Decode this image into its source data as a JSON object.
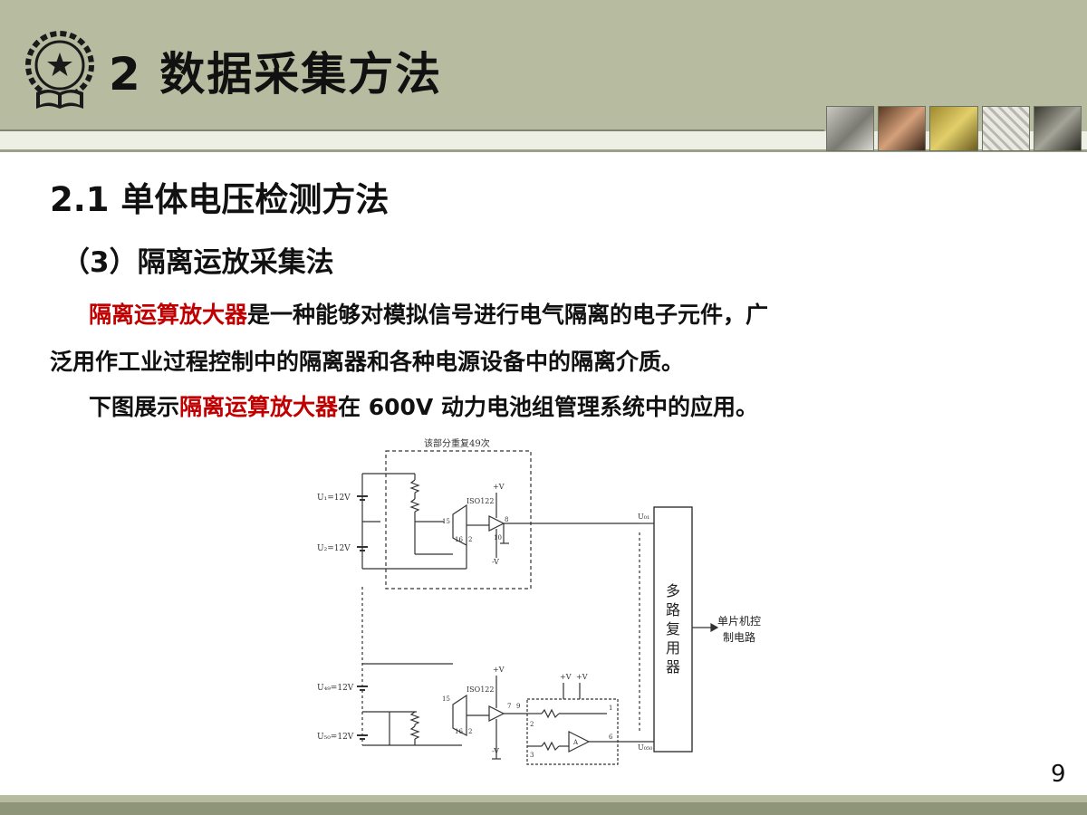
{
  "slide": {
    "title": "2  数据采集方法",
    "section": "2.1  单体电压检测方法",
    "subsection": "（3）隔离运放采集法",
    "paragraph1": {
      "highlight": "隔离运算放大器",
      "line1_rest": "是一种能够对模拟信号进行电气隔离的电子元件，广",
      "line2": "泛用作工业过程控制中的隔离器和各种电源设备中的隔离介质。"
    },
    "paragraph2": {
      "before": "下图展示",
      "highlight": "隔离运算放大器",
      "after": "在 600V 动力电池组管理系统中的应用。"
    },
    "page_number": "9"
  },
  "diagram": {
    "repeat_note": "该部分重复49次",
    "u1": "U₁=12V",
    "u2": "U₂=12V",
    "u49": "U₄₉=12V",
    "u50": "U₅₀=12V",
    "iso_top": "ISO122",
    "iso_bottom": "ISO122",
    "plus_v": "+V",
    "minus_v": "-V",
    "uo1": "U₀₁",
    "uo50": "U₀₅₀",
    "mux_label": [
      "多",
      "路",
      "复",
      "用",
      "器"
    ],
    "output_label_line1": "单片机控",
    "output_label_line2": "制电路",
    "pin15": "15",
    "pin16": "16",
    "pin2": "2",
    "pin7": "7",
    "pin8": "8",
    "pin9": "9",
    "pin10": "10",
    "pin1": "1",
    "pin3": "3",
    "pin6": "6",
    "opamp_a": "A"
  },
  "colors": {
    "header": "#b7bca0",
    "highlight": "#c00000"
  }
}
